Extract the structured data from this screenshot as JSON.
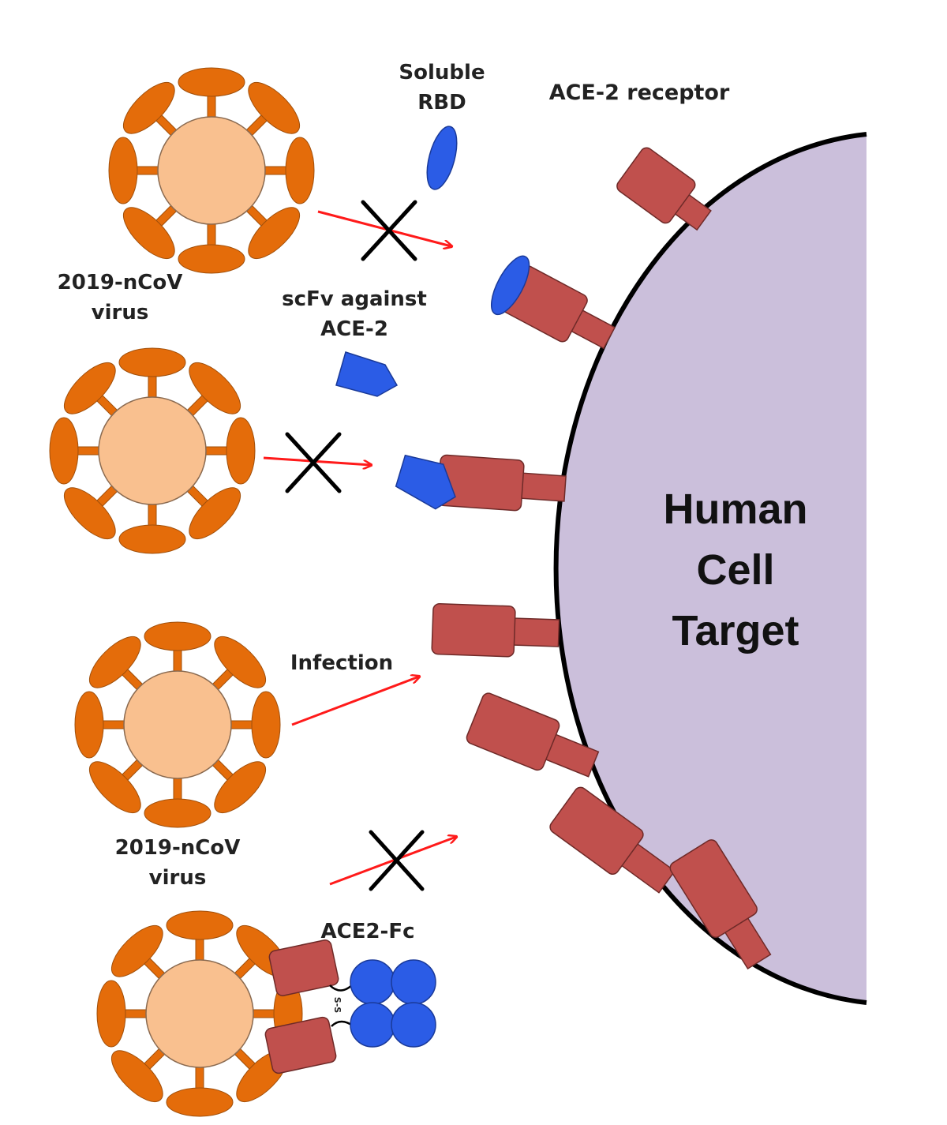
{
  "labels": {
    "soluble_rbd_line1": "Soluble",
    "soluble_rbd_line2": "RBD",
    "ace2_receptor": "ACE-2 receptor",
    "virus_top_line1": "2019-nCoV",
    "virus_top_line2": "virus",
    "scfv_line1": "scFv against",
    "scfv_line2": "ACE-2",
    "infection": "Infection",
    "virus_bottom_line1": "2019-nCoV",
    "virus_bottom_line2": "virus",
    "ace2_fc": "ACE2-Fc",
    "disulfide": "S-S",
    "cell_line1": "Human",
    "cell_line2": "Cell",
    "cell_line3": "Target"
  },
  "colors": {
    "virus_core": "#f9c08f",
    "virus_spike": "#e46c0a",
    "spike_outline": "#a04f0a",
    "receptor": "#c0504d",
    "receptor_outline": "#6e2a28",
    "blocker": "#2b5ce6",
    "cell": "#cbbfdb",
    "cell_outline": "#000000",
    "arrow": "#ff1a1a",
    "cross": "#000000"
  }
}
